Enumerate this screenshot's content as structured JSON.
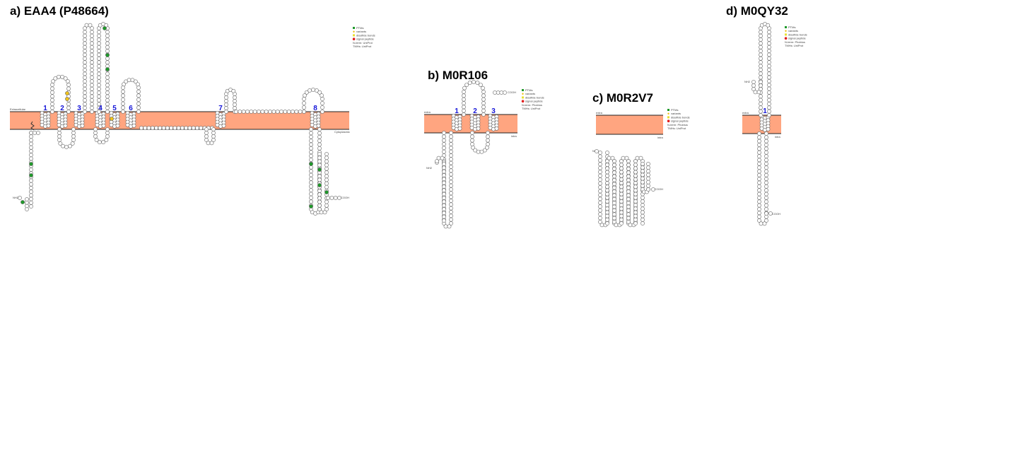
{
  "panels": [
    {
      "id": "a",
      "title": "a) EAA4 (P48664)",
      "side_top": "Extracellular",
      "side_bottom": "Cytoplasmic",
      "tm_labels": [
        "1",
        "2",
        "3",
        "4",
        "5",
        "6",
        "7",
        "8"
      ],
      "n_term": "NH2",
      "c_term": "COOH"
    },
    {
      "id": "b",
      "title": "b) M0R106",
      "side_top": "extra",
      "side_bottom": "intra",
      "tm_labels": [
        "1",
        "2",
        "3"
      ],
      "n_term": "NH2",
      "c_term": "COOH"
    },
    {
      "id": "c",
      "title": "c) M0R2V7",
      "side_top": "extra",
      "side_bottom": "intra",
      "tm_labels": [],
      "n_term": "NH2",
      "c_term": "COOH"
    },
    {
      "id": "d",
      "title": "d) M0QY32",
      "side_top": "extra",
      "side_bottom": "intra",
      "tm_labels": [
        "1"
      ],
      "n_term": "NH2",
      "c_term": "COOH"
    }
  ],
  "legend_a": [
    "PTMs",
    "variants",
    "disulfide bonds",
    "signal peptide",
    "N-term: UniProt",
    "TMHs: UniProt"
  ],
  "legend_bcd": [
    "PTMs",
    "variants",
    "disulfide bonds",
    "signal peptide",
    "N-term: Phobius",
    "TMHs: UniProt"
  ],
  "colors": {
    "membrane": "#ffa580",
    "membrane_line": "#222222",
    "residue_fill": "#ffffff",
    "residue_stroke": "#666666",
    "ptm": "#1f9a2a",
    "variant": "#f0c21a",
    "disulfide": "#e8e030",
    "signal": "#e02020",
    "tm_number": "#1414d8"
  }
}
